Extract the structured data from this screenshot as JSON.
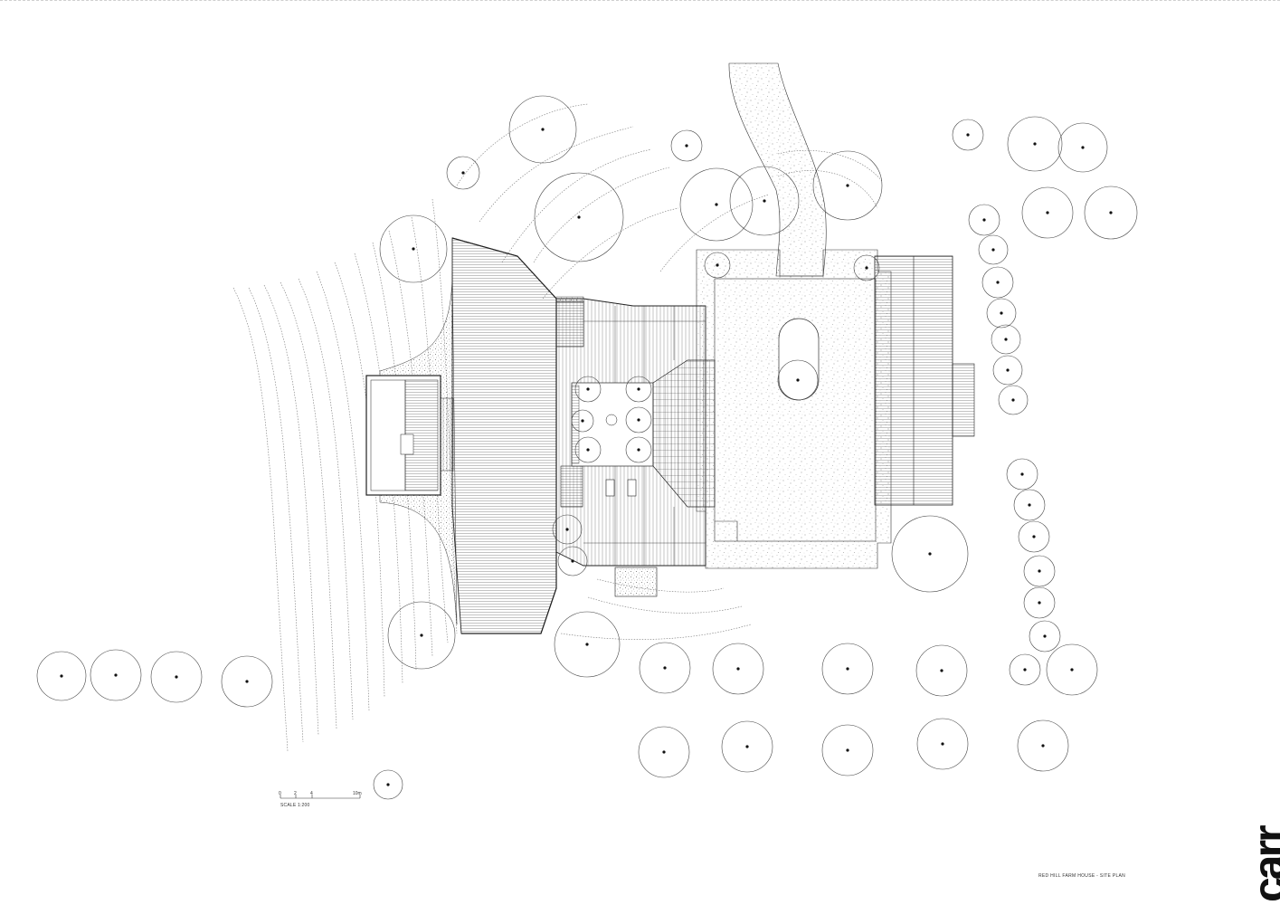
{
  "drawing": {
    "title": "RED HILL FARM HOUSE - SITE PLAN",
    "scale_label": "SCALE 1:200",
    "scale_ticks": [
      "0",
      "2",
      "4",
      "10m"
    ],
    "logo": "carr"
  },
  "colors": {
    "line": "#222222",
    "contour": "#666666",
    "paper": "#ffffff"
  }
}
